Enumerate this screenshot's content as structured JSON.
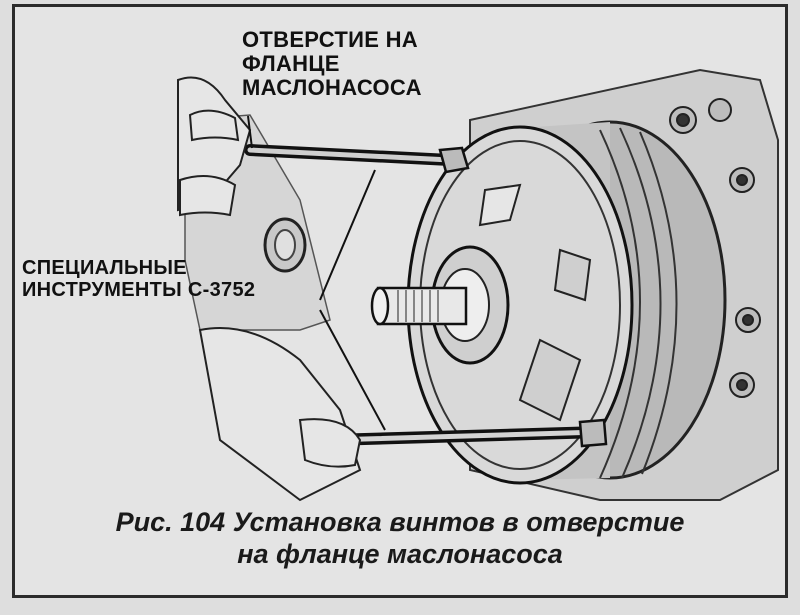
{
  "callouts": {
    "pump_flange_hole": [
      "ОТВЕРСТИЕ НА",
      "ФЛАНЦЕ",
      "МАСЛОНАСОСА"
    ],
    "special_tools": [
      "СПЕЦИАЛЬНЫЕ",
      "ИНСТРУМЕНТЫ С-3752"
    ]
  },
  "caption": {
    "line1": "Рис. 104 Установка винтов в отверстие",
    "line2": "на фланце маслонасоса"
  }
}
